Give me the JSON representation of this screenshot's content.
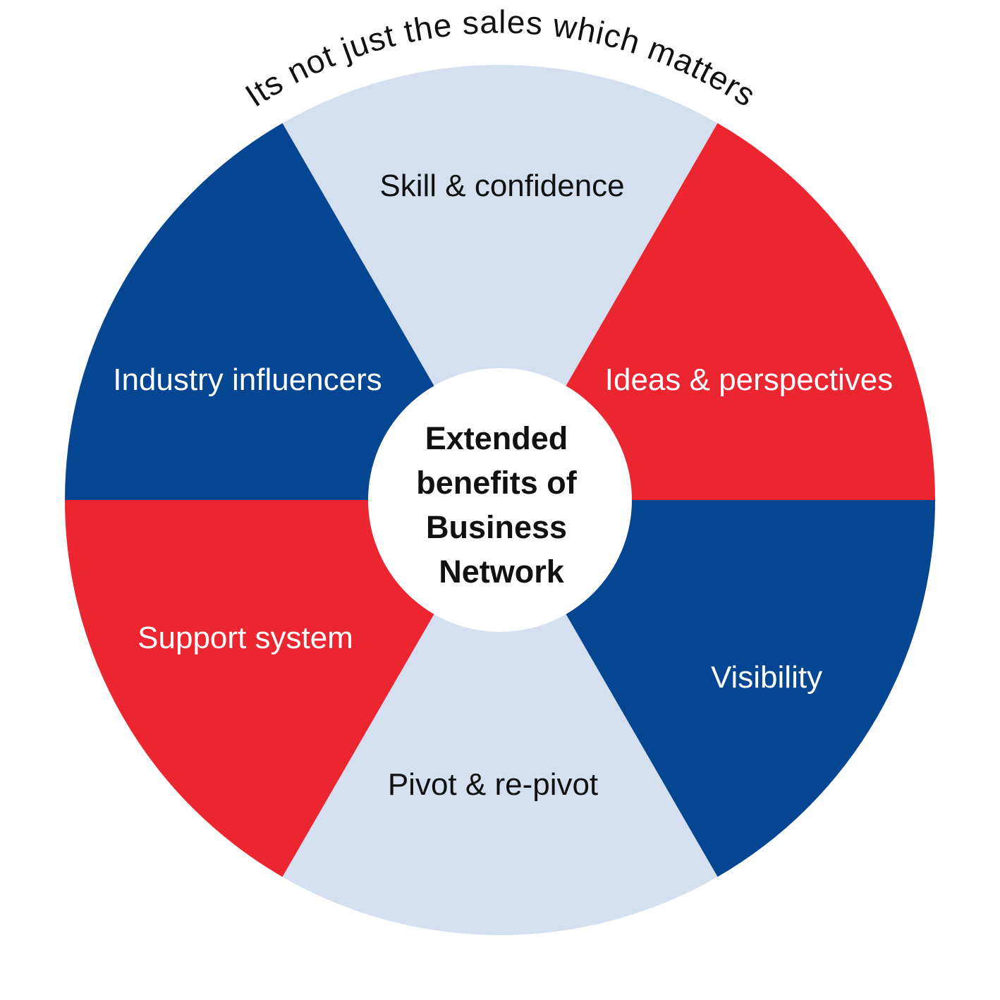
{
  "arc_title": "Its not just the sales which matters",
  "center": {
    "lines": [
      "Extended",
      "benefits of",
      "Business",
      "Network"
    ]
  },
  "segments": [
    {
      "label": "Skill & confidence",
      "color": "#d4e0ef",
      "text_color": "#111111"
    },
    {
      "label": "Ideas & perspectives",
      "color": "#ec2631",
      "text_color": "#ffffff"
    },
    {
      "label": "Visibility",
      "color": "#054693",
      "text_color": "#ffffff"
    },
    {
      "label": "Pivot & re-pivot",
      "color": "#d4e0ef",
      "text_color": "#111111"
    },
    {
      "label": "Support system",
      "color": "#ec2631",
      "text_color": "#ffffff"
    },
    {
      "label": "Industry influencers",
      "color": "#054693",
      "text_color": "#ffffff"
    }
  ]
}
